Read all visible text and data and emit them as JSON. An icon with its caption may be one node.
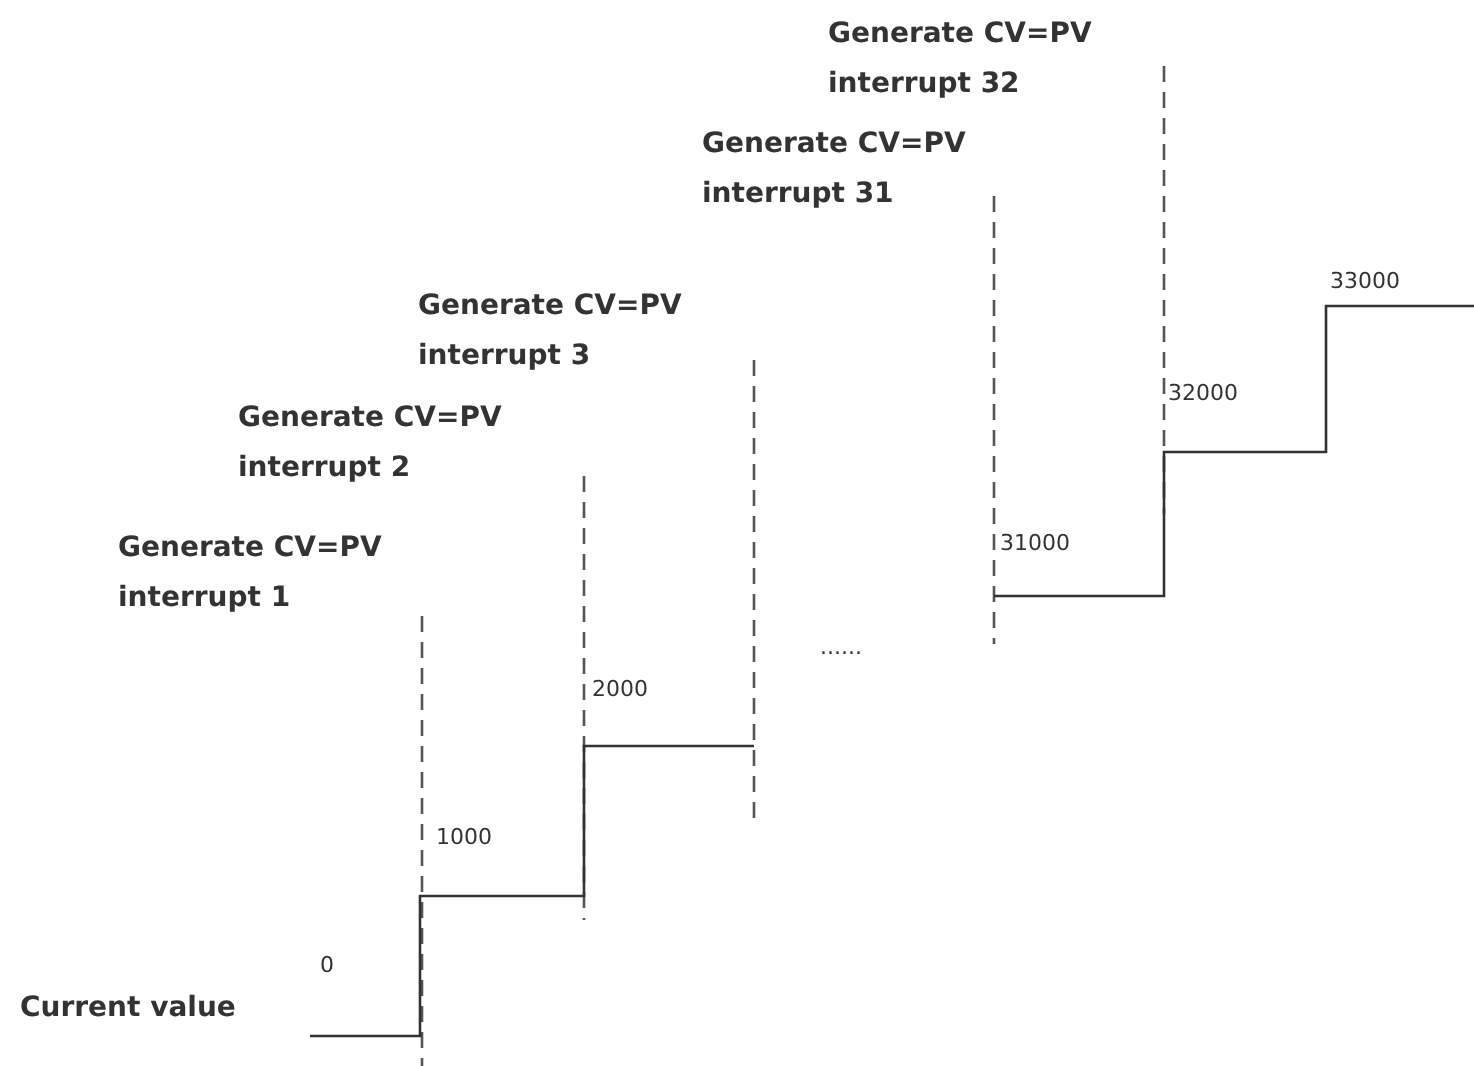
{
  "diagram": {
    "labels": [
      "Generate CV=PV interrupt 32",
      "Generate CV=PV interrupt 31",
      "33000",
      "Generate CV=PV interrupt 3",
      "Generate CV=PV interrupt 2",
      "32000",
      "Generate CV=PV interrupt 1",
      "31000",
      "2000",
      "......",
      "1000",
      "0",
      "Current value"
    ]
  }
}
